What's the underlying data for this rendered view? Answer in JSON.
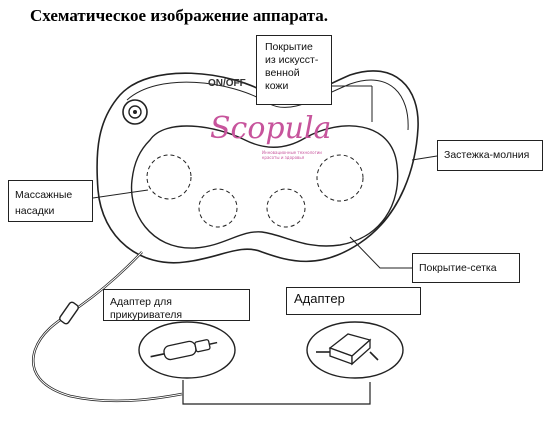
{
  "title": "Схематическое изображение аппарата.",
  "device": {
    "onoff_label": "ON/OFF",
    "logo_text": "Scopula",
    "logo_sub": "Инновационные технологии красоты и здоровья"
  },
  "labels": {
    "cover_lines": [
      "Покрытие",
      "из искусст-",
      "венной",
      "кожи"
    ],
    "zipper": "Застежка-молния",
    "nozzles_lines": [
      "Массажные",
      "насадки"
    ],
    "mesh": "Покрытие-сетка",
    "car_adapter": "Адаптер для прикуривателя",
    "adapter": "Адаптер"
  },
  "colors": {
    "line": "#222222",
    "logo": "#c7549c"
  }
}
